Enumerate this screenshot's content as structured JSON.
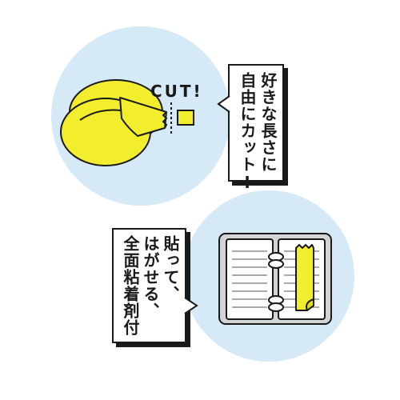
{
  "scene_top": {
    "cut_label": "CUT!",
    "caption_line1": "好きな長さに",
    "caption_line2": "自由にカット!"
  },
  "scene_bottom": {
    "caption_line1": "貼って、",
    "caption_line2": "はがせる、",
    "caption_line3": "全面粘着剤付"
  },
  "colors": {
    "circle_bg": "#d6e9f6",
    "tape_yellow": "#f2ee2e",
    "outline": "#1a1a1a",
    "notebook_cover": "#d3d4d6"
  }
}
